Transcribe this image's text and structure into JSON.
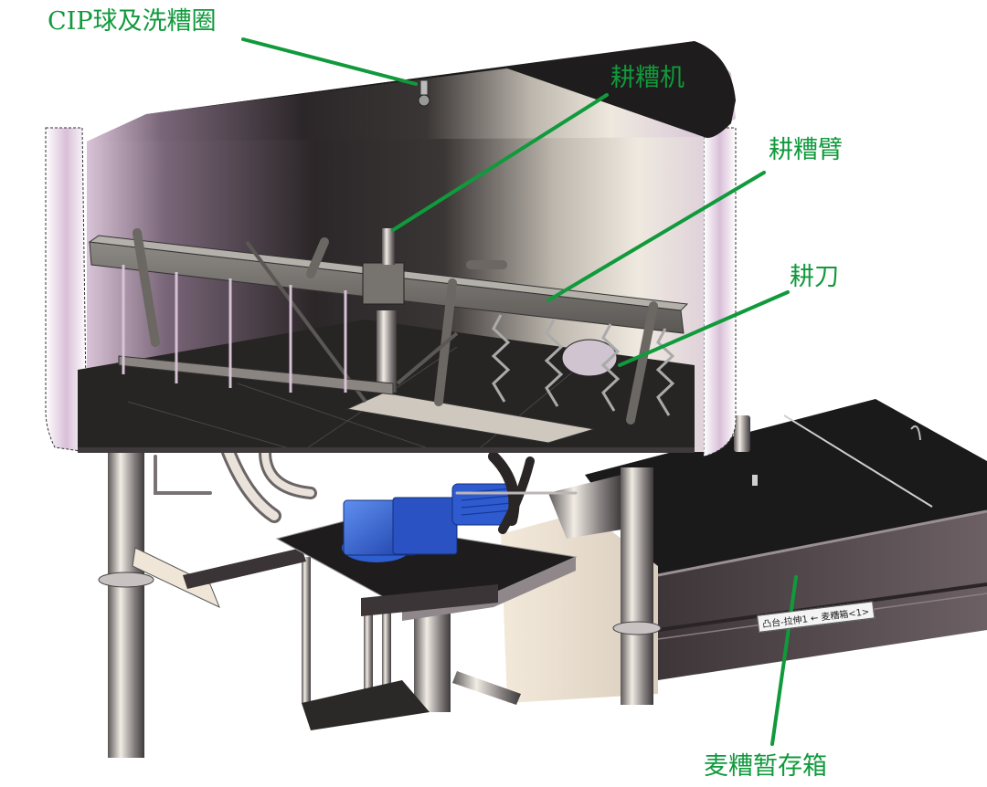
{
  "figure": {
    "type": "3D CAD rendering of lauter tun rake machine assembly with annotations",
    "annotation_color": "#109a3c",
    "labels": [
      {
        "id": "cip",
        "text": "CIP球及洗糟圈"
      },
      {
        "id": "rake_machine",
        "text": "耕糟机"
      },
      {
        "id": "rake_arm",
        "text": "耕糟臂"
      },
      {
        "id": "rake_knife",
        "text": "耕刀"
      },
      {
        "id": "spent_grain_tank",
        "text": "麦糟暂存箱"
      }
    ],
    "cad_tag": "凸台-拉伸1 ← 麦糟箱<1>"
  }
}
